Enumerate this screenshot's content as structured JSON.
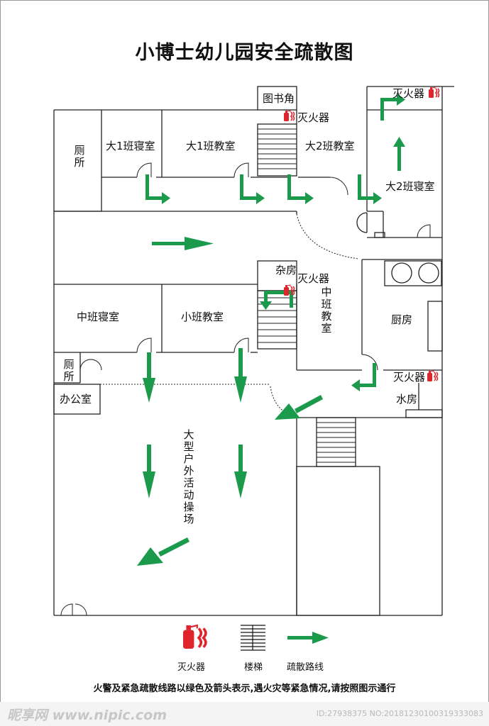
{
  "title": "小博士幼儿园安全疏散图",
  "rooms": {
    "toilet_top": "厕所",
    "big1_bedroom": "大1班寝室",
    "big1_classroom": "大1班教室",
    "library": "图书角",
    "big2_classroom": "大2班教室",
    "big2_bedroom": "大2班寝室",
    "storage": "杂房",
    "middle_bedroom": "中班寝室",
    "small_classroom": "小班教室",
    "middle_classroom": "中班教室",
    "kitchen": "厨房",
    "toilet_bottom": "厕所",
    "office": "办公室",
    "water_room": "水房",
    "playground": "大型户外活动操场"
  },
  "extinguisher_labels": {
    "top_right": "灭火器",
    "top_middle": "灭火器",
    "center": "灭火器",
    "right": "灭火器"
  },
  "legend": {
    "extinguisher": "灭火器",
    "stairs": "楼梯",
    "evacuation_route": "疏散路线"
  },
  "notice": "火警及紧急疏散线路以绿色及箭头表示,遇火灾等紧急情况,请按照图示通行",
  "watermark": {
    "left": "昵享网 www.nipic.com",
    "right": "ID:27938375 NO:20181230100319333083"
  },
  "colors": {
    "arrow": "#1a9a4a",
    "extinguisher": "#e0242b",
    "wall": "#222222"
  },
  "icons": {
    "extinguisher": "fire-extinguisher-icon",
    "stairs": "stairs-icon",
    "route": "green-arrow-icon"
  }
}
